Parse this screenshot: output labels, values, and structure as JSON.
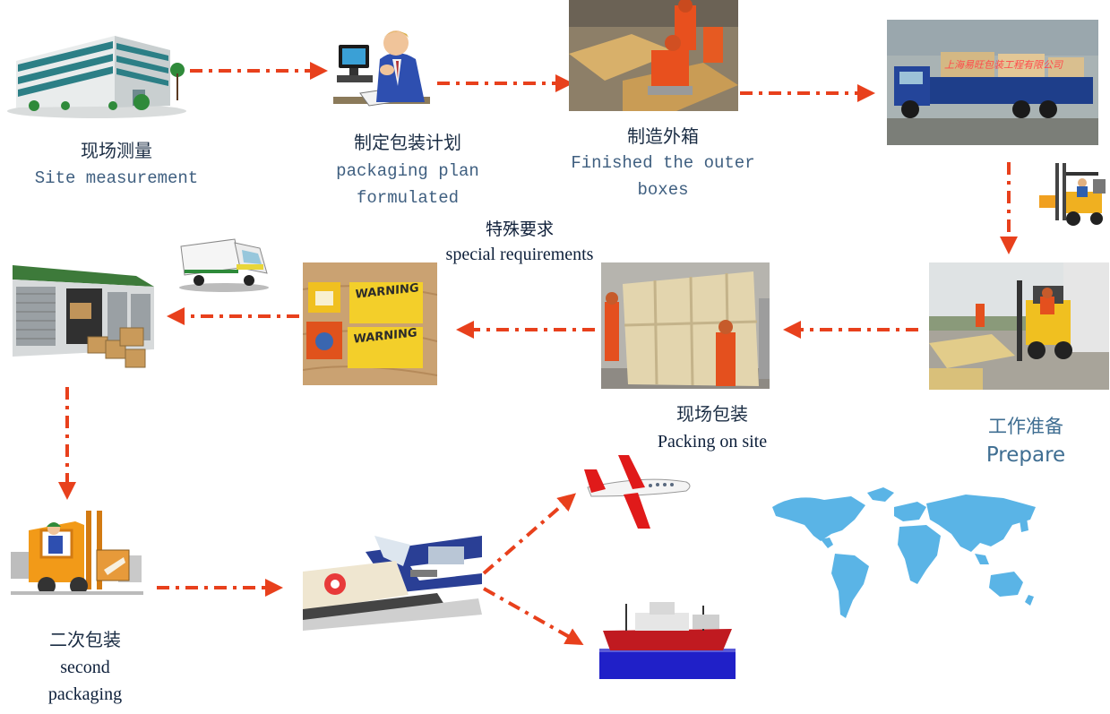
{
  "steps": {
    "site_measurement": {
      "cn": "现场测量",
      "en": "Site measurement"
    },
    "packaging_plan": {
      "cn": "制定包装计划",
      "en_line1": "packaging plan",
      "en_line2": "formulated"
    },
    "outer_boxes": {
      "cn": "制造外箱",
      "en_line1": "Finished the outer",
      "en_line2": "boxes"
    },
    "prepare": {
      "cn": "工作准备",
      "en": "Prepare"
    },
    "packing_on_site": {
      "cn": "现场包装",
      "en": "Packing on site"
    },
    "special_requirements": {
      "cn": "特殊要求",
      "en": "special requirements"
    },
    "second_packaging": {
      "cn": "二次包装",
      "en_line1": "second",
      "en_line2": "packaging"
    }
  },
  "photo_text": {
    "truck_company": "上海易旺包装工程有限公司",
    "warning_label": "WARNING"
  },
  "colors": {
    "arrow": "#e8401c",
    "map": "#5ab4e6"
  }
}
